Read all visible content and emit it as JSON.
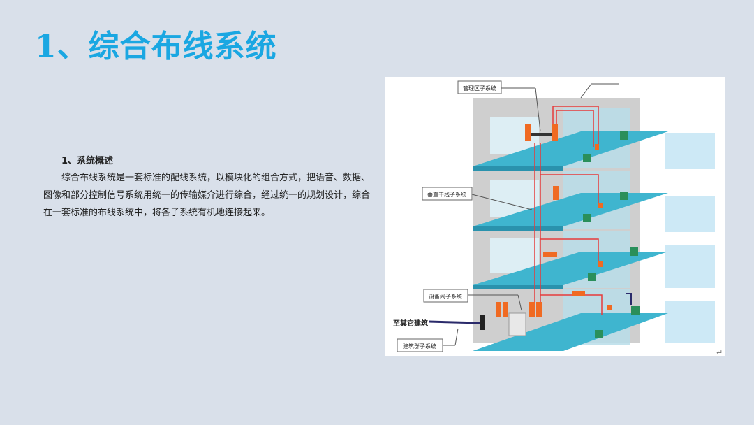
{
  "slide": {
    "title": "1、综合布线系统"
  },
  "overview": {
    "heading": "1、系统概述",
    "body": "综合布线系统是一套标准的配线系统，以模块化的组合方式，把语音、数据、图像和部分控制信号系统用统一的传输媒介进行综合，经过统一的规划设计，综合在一套标准的布线系统中，将各子系统有机地连接起来。"
  },
  "diagram": {
    "labels": {
      "management": "管理区子系统",
      "backbone": "垂直干线子系统",
      "equipment_room": "设备间子系统",
      "other_buildings": "至其它建筑",
      "building_group": "建筑群子系统"
    },
    "return_mark": "↵"
  }
}
